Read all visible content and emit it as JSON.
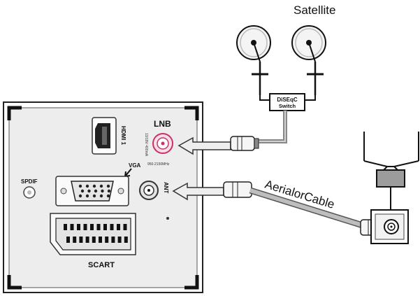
{
  "labels": {
    "satellite": "Satellite",
    "diseqc_line1": "DiSEqC",
    "diseqc_line2": "Switch",
    "lnb": "LNB",
    "lnb_spec1": "13/18V 400mA",
    "lnb_spec2": "950-2150MHz",
    "hdmi": "HDMI 1",
    "vga": "VGA",
    "spdif": "SPDIF",
    "ant": "ANT",
    "scart": "SCART",
    "aerial_or_cable": "AerialorCable"
  },
  "colors": {
    "line": "#111111",
    "cable": "#9a9a9a",
    "cable_light": "#c8c8c8",
    "panel": "#eeeeee",
    "lnb_accent": "#c8326a",
    "box_fill": "#9c9c9c"
  }
}
